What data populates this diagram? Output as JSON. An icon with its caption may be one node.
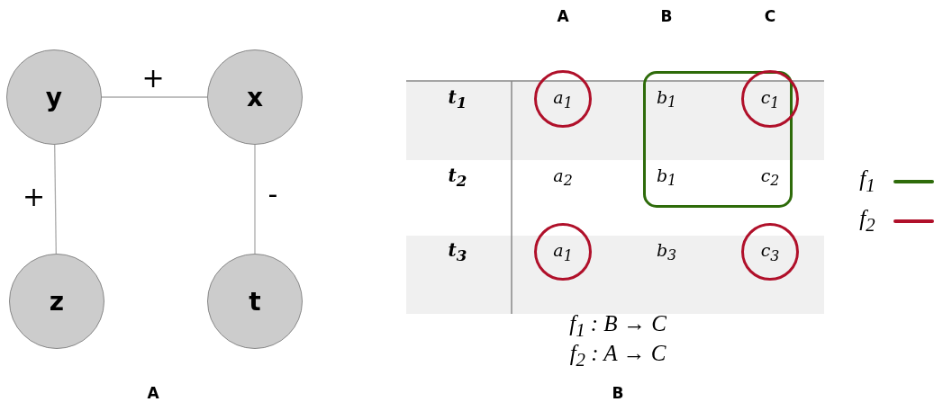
{
  "diagram": {
    "nodes": [
      {
        "text": [
          "y"
        ]
      },
      {
        "text": [
          "x"
        ]
      },
      {
        "text": [
          "z"
        ]
      },
      {
        "text": [
          "t"
        ]
      },
      {
        "text": [
          "a$_{1}$"
        ]
      },
      {
        "text": [],
        "shape": "box"
      },
      {
        "text": [
          "c$_{1}$"
        ]
      },
      {
        "text": [
          "a$_{1}$"
        ]
      },
      {
        "text": [
          "c$_{3}$"
        ]
      }
    ],
    "edges": [
      {
        "from": 0,
        "to": 1,
        "arrow": "none",
        "label": "+"
      },
      {
        "from": 0,
        "to": 2,
        "arrow": "none",
        "label": "+"
      },
      {
        "from": 1,
        "to": 3,
        "arrow": "none",
        "label": "-"
      }
    ],
    "labels": [
      "A",
      "B",
      "C",
      "t$_{1}$",
      "b$_{1}$",
      "t$_{2}$",
      "a$_{2}$",
      "b$_{1}$",
      "c$_{2}$",
      "t$_{3}$",
      "b$_{3}$",
      "f$_{1}$ : B → C",
      "f$_{2}$ : A → C",
      "A",
      "B"
    ],
    "legend": [
      {
        "text": "f$_{1}$",
        "color": "#2e6b0a"
      },
      {
        "text": "f$_{2}$",
        "color": "#b0102a"
      }
    ]
  }
}
